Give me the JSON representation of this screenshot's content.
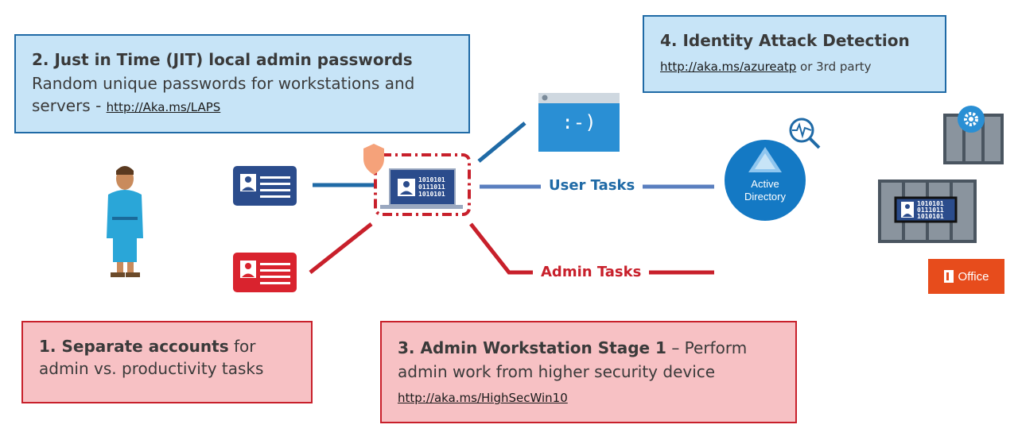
{
  "box_jit": {
    "title": "2. Just in Time (JIT) local admin passwords",
    "line1": "Random unique passwords for workstations and",
    "line2": "servers - ",
    "link": "http://Aka.ms/LAPS"
  },
  "box_identity": {
    "title": "4. Identity Attack Detection",
    "link": "http://aka.ms/azureatp",
    "suffix": " or 3rd party"
  },
  "box_accounts": {
    "title_bold": "1. Separate accounts",
    "title_rest": " for",
    "line2": "admin vs. productivity tasks"
  },
  "box_workstation": {
    "title_bold": "3. Admin Workstation Stage 1",
    "title_rest": " – Perform",
    "line2": "admin work from higher security device",
    "link": "http://aka.ms/HighSecWin10"
  },
  "labels": {
    "user_tasks": "User Tasks",
    "admin_tasks": "Admin Tasks",
    "smiley": ":-)",
    "active_directory_1": "Active",
    "active_directory_2": "Directory",
    "office": "Office",
    "binary_1": "1010101",
    "binary_2": "0111011",
    "binary_3": "1010101"
  },
  "colors": {
    "blue": "#1f6aa6",
    "red": "#c8202b",
    "box_blue_bg": "#c7e4f7",
    "box_red_bg": "#f7c1c4",
    "office_orange": "#e74c1c",
    "ad_blue": "#1479c4"
  }
}
